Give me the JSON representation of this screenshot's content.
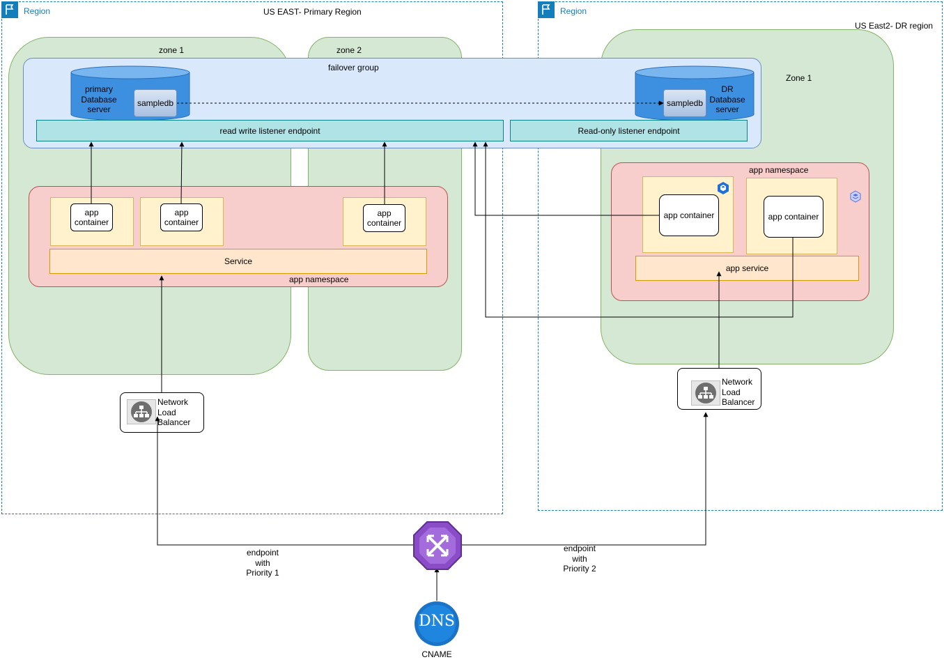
{
  "regions": {
    "primary": {
      "tag": "Region",
      "title": "US EAST- Primary Region"
    },
    "dr": {
      "tag": "Region",
      "title": "US East2- DR region"
    }
  },
  "zones": {
    "zone1": "zone 1",
    "zone2": "zone 2",
    "dr_zone1": "Zone 1"
  },
  "failover_group": {
    "title": "failover group",
    "primary_db": "primary\nDatabase\nserver",
    "dr_db": "DR\nDatabase\nserver",
    "db_name": "sampledb",
    "rw_listener": "read write listener endpoint",
    "ro_listener": "Read-only listener endpoint"
  },
  "primary_namespace": {
    "label": "app namespace",
    "container_label": "app\ncontainer",
    "service_label": "Service"
  },
  "dr_namespace": {
    "label": "app namespace",
    "container_label": "app container",
    "service_label": "app service"
  },
  "load_balancer": {
    "label": "Network\nLoad\nBalancer"
  },
  "traffic_manager": {
    "endpoint_primary": "endpoint\nwith\nPriority 1",
    "endpoint_dr": "endpoint\nwith\nPriority 2"
  },
  "dns": {
    "icon_text": "DNS",
    "label": "CNAME"
  },
  "icons": {
    "region": "flag-icon",
    "load_balancer": "network-load-balancer-icon",
    "traffic_manager": "traffic-manager-icon",
    "dns": "dns-icon",
    "kubernetes": "kubernetes-icon"
  },
  "colors": {
    "region_border": "#147EBA",
    "zone_fill": "#d5e8d4",
    "failover_fill": "#dae8fc",
    "listener_fill": "#b0e3e6",
    "namespace_fill": "#f8cecc",
    "pod_fill": "#fff2cc",
    "service_fill": "#ffe6cc",
    "database_fill": "#3d8fe0",
    "traffic_manager_fill": "#8a4cc7",
    "dns_fill": "#1a73c7"
  }
}
